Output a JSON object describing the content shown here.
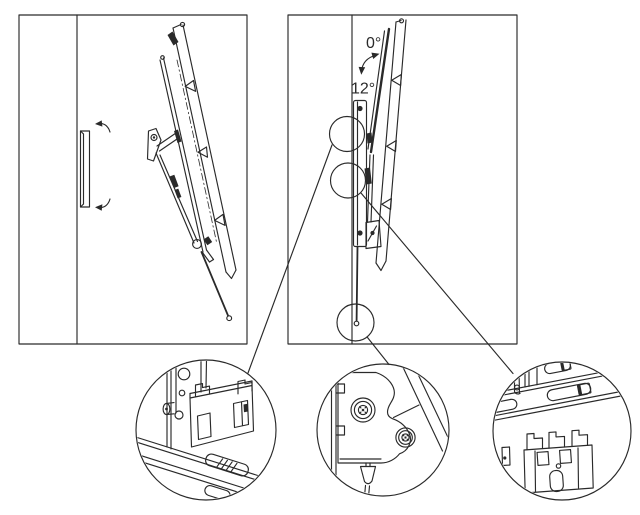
{
  "colors": {
    "background": "#ffffff",
    "line": "#2a2a2a"
  },
  "right_panel": {
    "angle_top": "0°",
    "angle_bottom": "12°"
  },
  "callouts": {
    "left": "latch-hook-detail",
    "middle": "locking-screws-and-pull-knob-detail",
    "right": "hook-plate-detail"
  }
}
